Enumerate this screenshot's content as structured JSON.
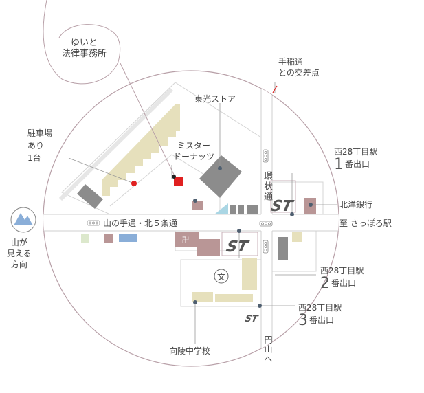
{
  "office_name": "ゆいと\n法律事務所",
  "parking": "駐車場\nあり\n1台",
  "mister_donut": "ミスター\nドーナッツ",
  "toko_store": "東光ストア",
  "tein_dori": "手稲通\nとの交差点",
  "loop_road": "環状通",
  "exit1": {
    "prefix": "西28丁目駅",
    "num": "1",
    "suffix": "番出口"
  },
  "exit2": {
    "prefix": "西28丁目駅",
    "num": "2",
    "suffix": "番出口"
  },
  "exit3": {
    "prefix": "西28丁目駅",
    "num": "3",
    "suffix": "番出口"
  },
  "hokuyo_bank": "北洋銀行",
  "main_road": "山の手通・北５条通",
  "to_sapporo": "至 さっぽろ駅",
  "mountain_dir": "山が\n見える\n方向",
  "to_maruyama": "円山へ",
  "school": "向陵中学校",
  "school_symbol": "文",
  "temple_symbol": "卍",
  "station_mark": "ST",
  "icons": {
    "mountain": "mountain-icon",
    "traffic_light": "traffic-light-icon",
    "school": "school-map-symbol",
    "temple": "temple-map-symbol",
    "station": "subway-station-icon"
  },
  "colors": {
    "office": "#e02020",
    "building": "#8c8c8c",
    "commercial": "#b99696",
    "school": "#e6e0bc",
    "park": "#dce8cc",
    "water": "#8aaed8",
    "road_line": "#e6e6e6",
    "circle": "#b8a0a8"
  }
}
